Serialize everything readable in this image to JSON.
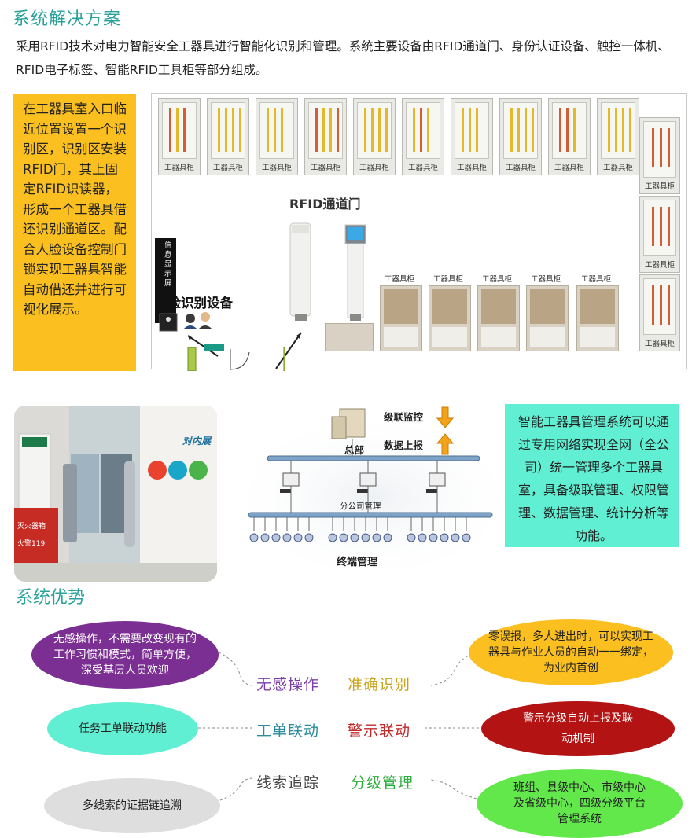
{
  "header": {
    "title": "系统解决方案",
    "intro": "采用RFID技术对电力智能安全工器具进行智能化识别和管理。系统主要设备由RFID通道门、身份认证设备、触控一体机、RFID电子标签、智能RFID工具柜等部分组成。"
  },
  "left_note": "在工器具室入口临近位置设置一个识别区，识别区安装RFID门，其上固定RFID识读器，形成一个工器具借还识别通道区。配合人脸设备控制门锁实现工器具智能自动借还并进行可视化展示。",
  "floorplan": {
    "cabinet_label": "工器具柜",
    "gate_title": "RFID通道门",
    "face_title": "人脸识别设备",
    "screen_label": "信息显示屏",
    "top_cabinets": [
      "工器具柜",
      "工器具柜",
      "工器具柜",
      "工器具柜",
      "工器具柜",
      "工器具柜",
      "工器具柜",
      "工器具柜",
      "工器具柜",
      "工器具柜"
    ],
    "low_cabinets": [
      "工器具柜",
      "工器具柜",
      "工器具柜",
      "工器具柜",
      "工器具柜"
    ],
    "side_cabinets": [
      "工器具柜",
      "工器具柜",
      "工器具柜"
    ]
  },
  "photo": {
    "sign_text": "对内展",
    "fire_label": "灭火器箱",
    "fire_number": "火警119"
  },
  "network": {
    "hq": "总部",
    "cascade": "级联监控",
    "report": "数据上报",
    "branch": "分公司管理",
    "terminal": "终端管理"
  },
  "right_note": "智能工器具管理系统可以通过专用网络实现全网（全公司）统一管理多个工器具室，具备级联管理、权限管理、数据管理、统计分析等功能。",
  "advantages": {
    "title": "系统优势",
    "items": [
      {
        "keyword": "无感操作",
        "desc": "无感操作，不需要改变现有的工作习惯和模式，简单方便，深受基层人员欢迎",
        "color": "#7b3fa8"
      },
      {
        "keyword": "准确识别",
        "desc": "零误报，多人进出时，可以实现工器具与作业人员的自动一一绑定，为业内首创",
        "color": "#c8a21a"
      },
      {
        "keyword": "工单联动",
        "desc": "任务工单联动功能",
        "color": "#2a8c9c"
      },
      {
        "keyword": "警示联动",
        "desc": "警示分级自动上报及联动机制",
        "color": "#c0282a"
      },
      {
        "keyword": "线索追踪",
        "desc": "多线索的证据链追溯",
        "color": "#444444"
      },
      {
        "keyword": "分级管理",
        "desc": "班组、县级中心、市级中心及省级中心，四级分级平台管理系统",
        "color": "#2cae3c"
      }
    ]
  }
}
